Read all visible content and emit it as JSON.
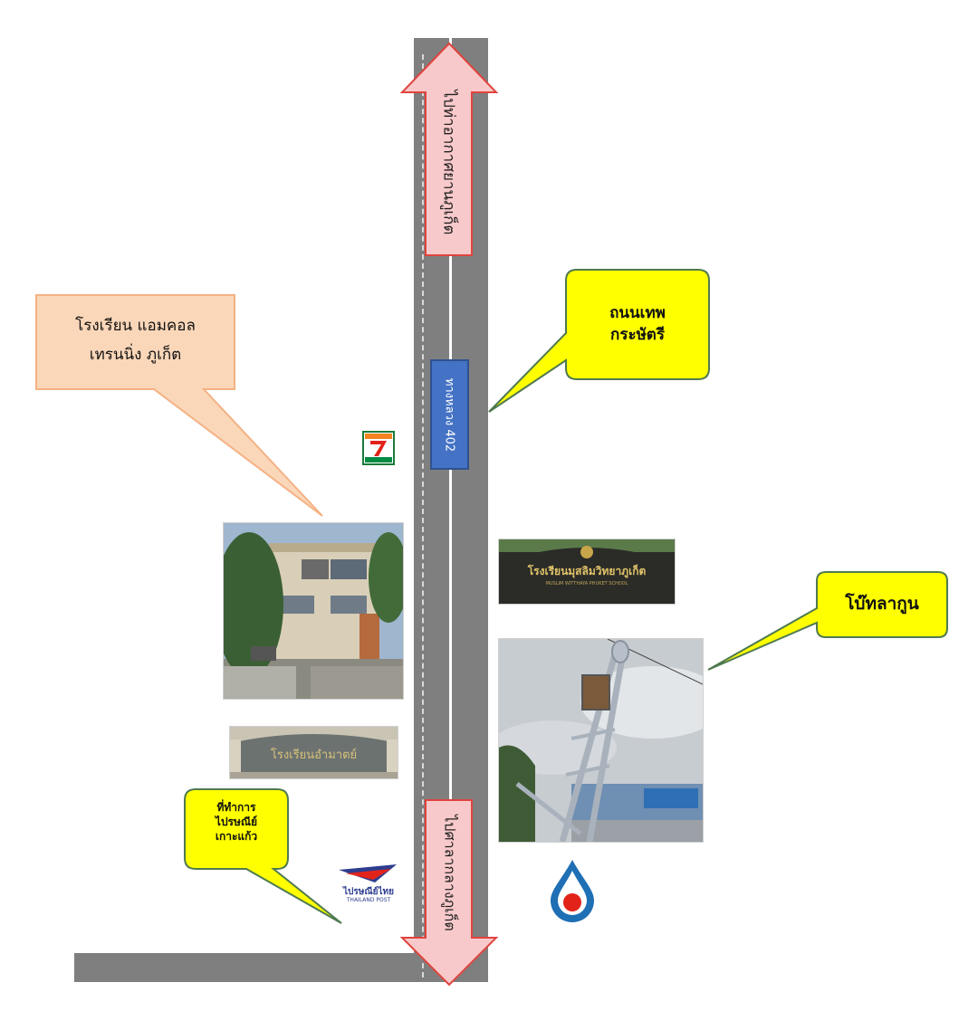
{
  "road_labels": {
    "north_arrow": "ไปท่าอากาศยานภูเก็ต",
    "south_arrow": "ไปศาลากลางภูเก็ต",
    "highway_sign": "ทางหลวง 402"
  },
  "callouts": {
    "school": {
      "line1": "โรงเรียน แอมคอล",
      "line2": "เทรนนิ่ง ภูเก็ต"
    },
    "road": {
      "line1": "ถนนเทพ",
      "line2": "กระษัตรี"
    },
    "monument": {
      "text": "โบ๊ทลากูน"
    },
    "post_office": {
      "line1": "ที่ทำการ",
      "line2": "ไปรษณีย์",
      "line3": "เกาะแก้ว"
    }
  },
  "signs": {
    "muslim_school": "โรงเรียนมุสลิมวิทยาภูเก็ต",
    "muslim_school_en": "MUSLIM WITTHAYA PHUKET SCHOOL",
    "school_gate": "โรงเรียนอำมาตย์",
    "post_logo_text": "ไปรษณีย์ไทย",
    "post_logo_sub": "THAILAND POST"
  },
  "colors": {
    "road": "#7f7f7f",
    "arrow_fill": "#f8c9cb",
    "arrow_stroke": "#e0443e",
    "yellow_callout": "#ffff00",
    "orange_callout": "#fbd7b9",
    "highway_sign": "#4472c4"
  }
}
